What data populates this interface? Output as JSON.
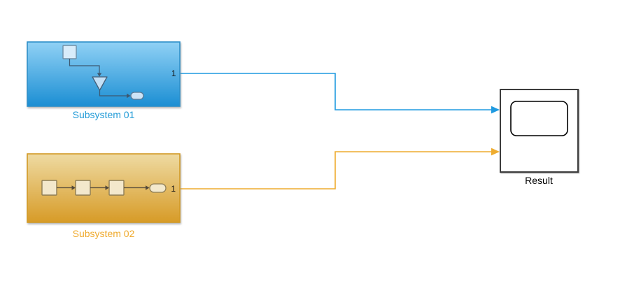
{
  "blocks": {
    "subsystem01": {
      "label": "Subsystem 01",
      "port": "1",
      "label_color": "#1f9ad7",
      "border_color": "#2e8fc9",
      "gradient_top": "#90d1f5",
      "gradient_bottom": "#1b8ed3"
    },
    "subsystem02": {
      "label": "Subsystem 02",
      "port": "1",
      "label_color": "#efa92b",
      "border_color": "#d29a25",
      "gradient_top": "#eedaa2",
      "gradient_bottom": "#d79b27"
    },
    "result": {
      "label": "Result",
      "fill": "#ffffff",
      "border_color": "#3c3c3c"
    }
  },
  "wires": {
    "signal1": {
      "color": "#1f9ae0"
    },
    "signal2": {
      "color": "#eeac2f"
    }
  }
}
